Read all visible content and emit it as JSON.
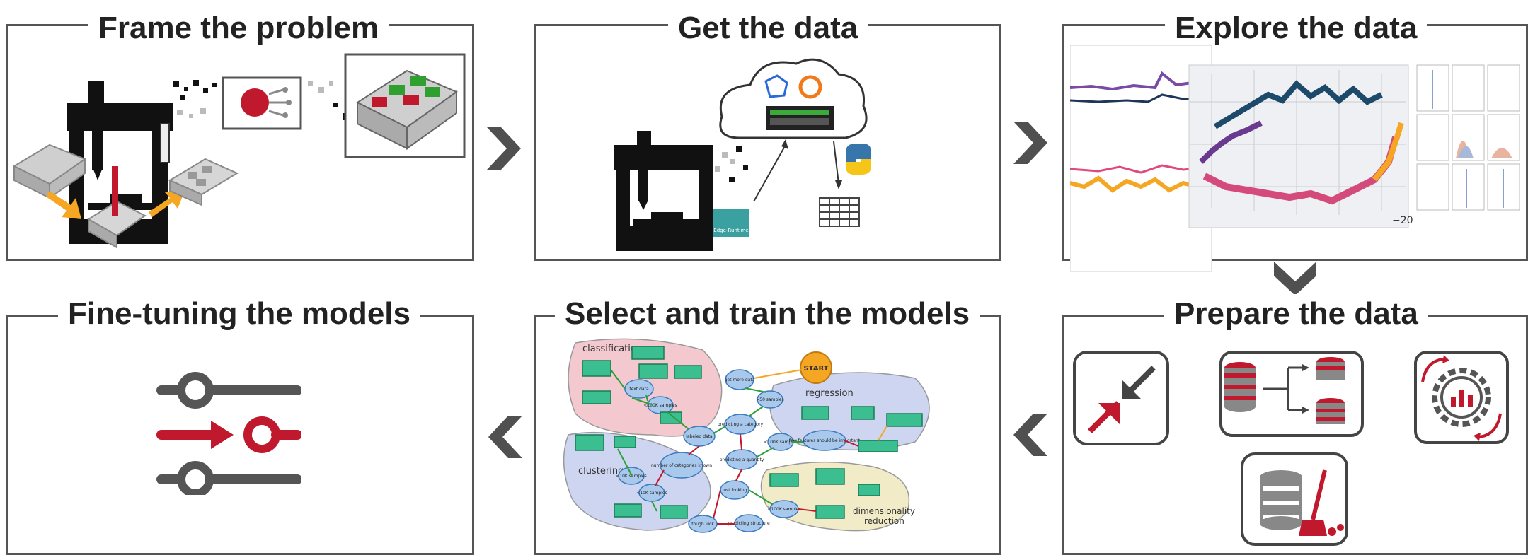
{
  "panels": {
    "frame": {
      "title": "Frame the problem"
    },
    "get": {
      "title": "Get the data",
      "edge_label": "Edge-Runtime"
    },
    "explore": {
      "title": "Explore the data",
      "axis_tick": "−20"
    },
    "prepare": {
      "title": "Prepare the data"
    },
    "select": {
      "title": "Select and train the models",
      "regions": {
        "classification": "classification",
        "regression": "regression",
        "clustering": "clustering",
        "dim1": "dimensionality",
        "dim2": "reduction"
      },
      "start": "START",
      "nodes": {
        "labeled": "labeled data",
        "category": "predicting a category",
        "quantity": "predicting a quantity",
        "more_data": "get more data",
        "just_looking": "just looking",
        "tough_luck": "tough luck",
        "structure": "predicting structure",
        "gt50": ">50 samples",
        "lt100k_a": "<100K samples",
        "lt100k_b": "<100K samples",
        "lt10k": "<10K samples",
        "lt10k_b": "<10K samples",
        "num_cat": "number of categories known",
        "few_feat": "few features should be important",
        "text": "text data",
        "lt100k_c": "<100K samples"
      }
    },
    "fine": {
      "title": "Fine-tuning the models"
    }
  },
  "colors": {
    "border": "#555555",
    "arrow": "#505050",
    "red": "#c0182c",
    "orange": "#f5a623",
    "green": "#2e9e3a",
    "classification_bg": "#f3c9cf",
    "regression_bg": "#cdd5f0",
    "clustering_bg": "#cdd5f0",
    "dimred_bg": "#f2ebc8"
  },
  "icons": {
    "flow_arrows": "chevron-right-icon",
    "back_arrows": "chevron-left-icon",
    "down_arrow": "chevron-down-icon",
    "prepare": [
      "compress-icon",
      "database-split-icon",
      "gear-chart-icon",
      "database-clean-icon"
    ],
    "fine": "sliders-icon"
  }
}
